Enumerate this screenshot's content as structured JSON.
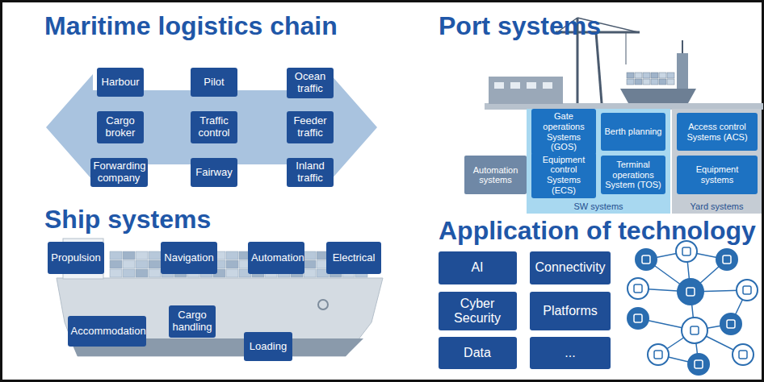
{
  "diagram": {
    "nodes": [
      {
        "text": [
          "Harbour"
        ]
      },
      {
        "text": [
          "Pilot"
        ]
      },
      {
        "text": [
          "Ocean traffic"
        ]
      },
      {
        "text": [
          "Cargo broker"
        ]
      },
      {
        "text": [
          "Traffic control"
        ]
      },
      {
        "text": [
          "Feeder traffic"
        ]
      },
      {
        "text": [
          "Forwarding company"
        ]
      },
      {
        "text": [
          "Fairway"
        ]
      },
      {
        "text": [
          "Inland traffic"
        ]
      },
      {
        "text": [
          "SW systems"
        ]
      },
      {
        "text": [
          "Gate operations Systems (GOS)"
        ],
        "in": 9
      },
      {
        "text": [
          "Berth planning"
        ],
        "in": 9
      },
      {
        "text": [
          "Yard systems"
        ]
      },
      {
        "text": [
          "Access control Systems (ACS)"
        ],
        "in": 12
      },
      {
        "text": [
          "Automation systems"
        ]
      },
      {
        "text": [
          "Equipment control Systems (ECS)"
        ],
        "in": 9
      },
      {
        "text": [
          "Terminal operations System (TOS)"
        ],
        "in": 9
      },
      {
        "text": [
          "Equipment systems"
        ],
        "in": 12
      },
      {
        "text": [
          "Propulsion"
        ]
      },
      {
        "text": [
          "Navigation"
        ]
      },
      {
        "text": [
          "Automation"
        ]
      },
      {
        "text": [
          "Electrical"
        ]
      },
      {
        "text": [
          "Accommodation"
        ]
      },
      {
        "text": [
          "Cargo handling"
        ]
      },
      {
        "text": [
          "Loading"
        ]
      },
      {
        "text": [
          "AI"
        ]
      },
      {
        "text": [
          "Connectivity"
        ]
      },
      {
        "text": [
          "Cyber Security"
        ]
      },
      {
        "text": [
          "Platforms"
        ]
      },
      {
        "text": [
          "Data"
        ]
      },
      {
        "text": [
          "..."
        ]
      }
    ],
    "labels": [
      "Maritime logistics chain",
      "Port systems",
      "Ship systems",
      "Application of technology"
    ]
  }
}
